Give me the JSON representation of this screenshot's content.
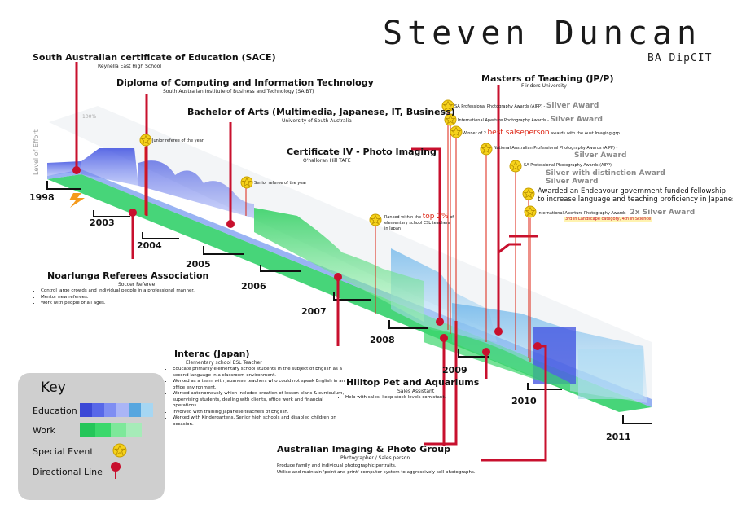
{
  "header": {
    "name": "Steven Duncan",
    "credentials": "BA DipCIT"
  },
  "axis": {
    "level_label": "Level of Effort",
    "max_label": "100%"
  },
  "years": [
    "1998",
    "2003",
    "2004",
    "2005",
    "2006",
    "2007",
    "2008",
    "2009",
    "2010",
    "2011"
  ],
  "education": [
    {
      "title": "South Australian certificate of Education (SACE)",
      "institution": "Reynella East High School"
    },
    {
      "title": "Diploma of Computing and Information Technology",
      "institution": "South Australian Institute of Business and Technology (SAIBT)"
    },
    {
      "title": "Bachelor of Arts (Multimedia, Japanese, IT, Business)",
      "institution": "University of South Australia"
    },
    {
      "title": "Certificate IV - Photo Imaging",
      "institution": "O'halloran Hill TAFE"
    },
    {
      "title": "Masters of Teaching (JP/P)",
      "institution": "Flinders University"
    }
  ],
  "work": [
    {
      "title": "Noarlunga Referees Association",
      "role": "Soccer Referee",
      "bullets": [
        "Control large crowds and individual people in a professional manner.",
        "Mentor new referees.",
        "Work with people of all ages."
      ]
    },
    {
      "title": "Interac (Japan)",
      "role": "Elementary school ESL Teacher",
      "bullets": [
        "Educate primarily elementary school students in the subject of English as a second language in a classroom environment.",
        "Worked as a team with Japanese teachers who could not speak English in an office environment.",
        "Worked autonomously which included creation of lesson plans & curriculum, supervising students, dealing with clients, office work and financial operations.",
        "Involved with training Japanese teachers of English.",
        "Worked with Kindergartens, Senior high schools and disabled children on occasion."
      ]
    },
    {
      "title": "Hilltop Pet and Aquariums",
      "role": "Sales Assistant",
      "bullets": [
        "Help with sales, keep stock levels comistant."
      ]
    },
    {
      "title": "Australian Imaging & Photo Group",
      "role": "Photographer / Sales person",
      "bullets": [
        "Produce family and individual photographic portraits.",
        "Utilise and maintain 'point and print' computer system to aggressively sell photographs."
      ]
    }
  ],
  "events": {
    "junior_referee": "Junior referee of the year",
    "senior_referee": "Senior referee of the year",
    "ranked_pre": "Ranked within the",
    "ranked_hl": "top 2%",
    "ranked_post": "of",
    "ranked_l2": "elementary school ESL teachers",
    "ranked_l3": "in Japan",
    "aipp1": "SA Professional Photography Awards (AIPP) -",
    "aipp1_award": "Silver Award",
    "iapa1": "International Aperture Photography Awards -",
    "iapa1_award": "Silver Award",
    "winner_pre": "Winner of 2",
    "winner_hl": "best salseperson",
    "winner_post": "awards with the Aust Imaging grp.",
    "national": "National Australian Professional Photography Awards (AIPP) -",
    "national_award": "Silver Award",
    "aipp2": "SA Professional Photography Awards (AIPP)",
    "aipp2_award1": "Silver with distinction Award",
    "aipp2_award2": "Silver Award",
    "endeavour_l1": "Awarded an Endeavour government funded fellowship",
    "endeavour_l2": "to increase language and teaching proficiency in Japanese",
    "iapa2": "International Aperture Photography Awards -",
    "iapa2_award": "2x Silver Award",
    "iapa2_note": "3rd in Landscape category, 4th in Science"
  },
  "key": {
    "title": "Key",
    "education_label": "Education",
    "work_label": "Work",
    "special_label": "Special Event",
    "directional_label": "Directional Line",
    "education_colors": [
      "#3b49d6",
      "#5868e8",
      "#7f8ef2",
      "#aab5f6",
      "#57a6df",
      "#a6d6f2"
    ],
    "work_colors": [
      "#25c65a",
      "#3cd86c",
      "#7ee89a",
      "#a6ebb8"
    ],
    "line_color": "#c8102e",
    "star_color": "#f6d21b"
  }
}
